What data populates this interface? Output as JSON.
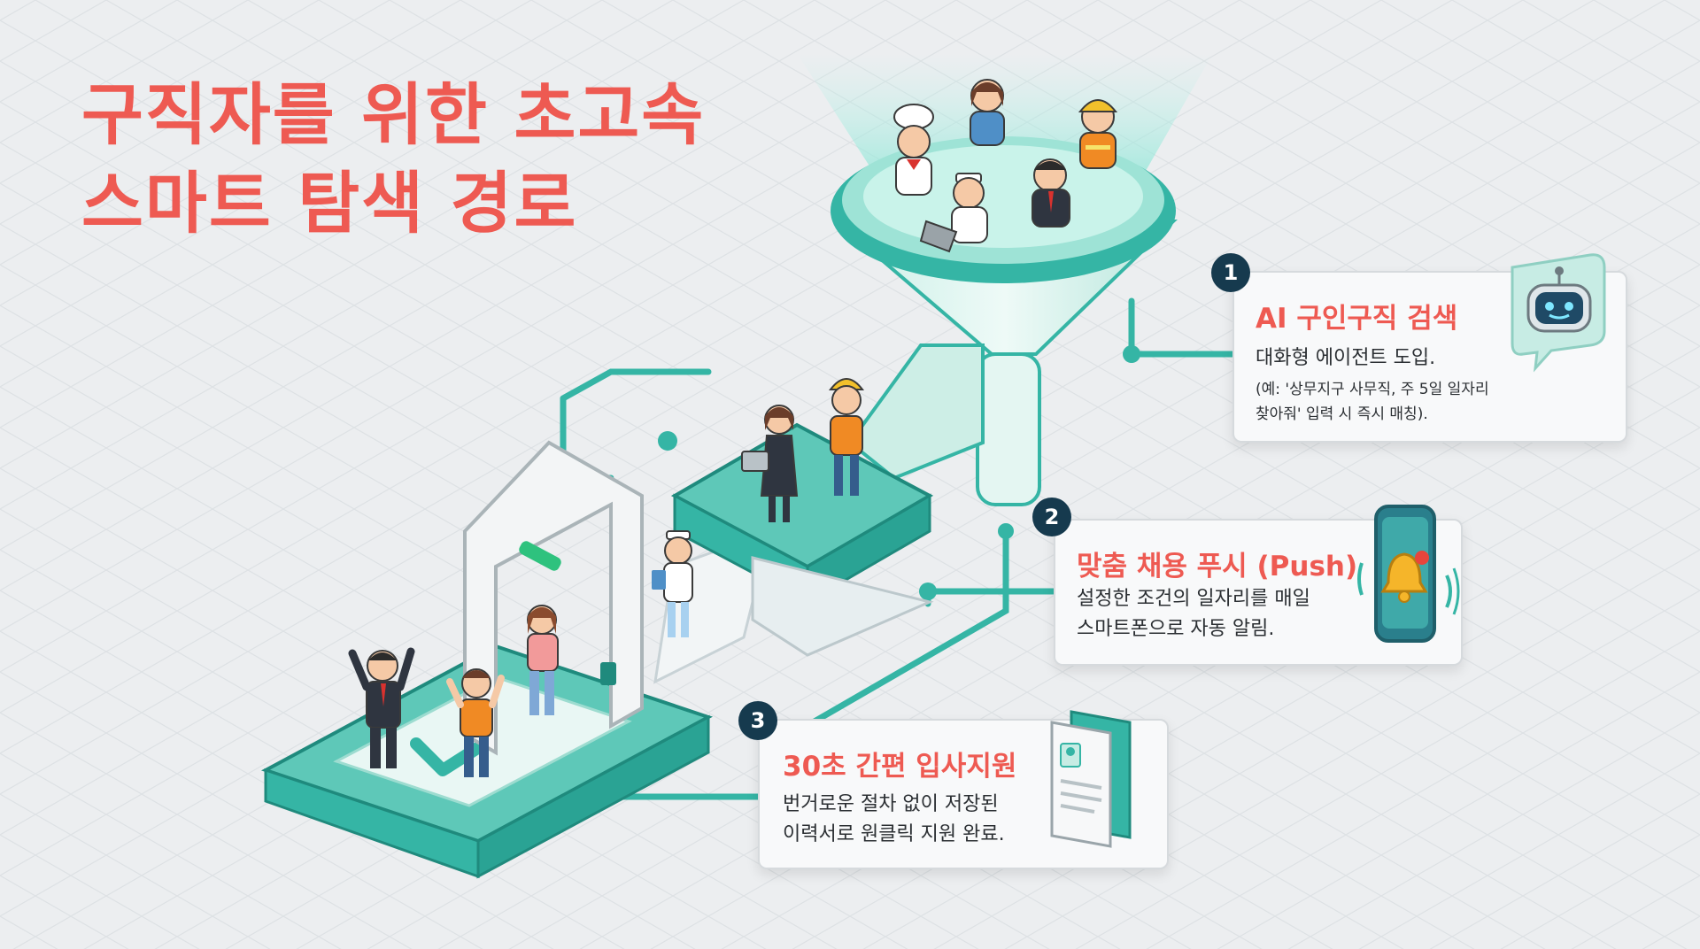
{
  "title": {
    "line1": "구직자를 위한 초고속",
    "line2": "스마트 탐색 경로"
  },
  "steps": [
    {
      "number": "1",
      "title": "AI 구인구직 검색",
      "description": "대화형 에이전트 도입.",
      "note_line1": "(예: '상무지구 사무직, 주 5일 일자리",
      "note_line2": "찾아줘' 입력 시 즉시 매칭).",
      "icon": "chatbot-icon"
    },
    {
      "number": "2",
      "title": "맞춤 채용 푸시 (Push)",
      "description_line1": "설정한 조건의 일자리를 매일",
      "description_line2": "스마트폰으로 자동 알림.",
      "icon": "smartphone-bell-icon"
    },
    {
      "number": "3",
      "title": "30초 간편 입사지원",
      "description_line1": "번거로운 절차 없이 저장된",
      "description_line2": "이력서로 원클릭 지원 완료.",
      "icon": "resume-document-icon"
    }
  ],
  "colors": {
    "title": "#ee5a52",
    "teal": "#35b5a5",
    "teal_light": "#9ee3d6",
    "teal_dark": "#1f8a7d",
    "badge": "#163a4e",
    "card_background": "#f8f9fa"
  }
}
